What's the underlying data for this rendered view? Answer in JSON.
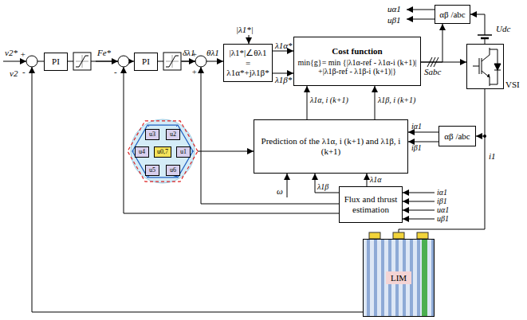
{
  "diagram": {
    "nodes": [
      {
        "text": [
          "PI"
        ]
      },
      {
        "text": [
          "PI"
        ]
      },
      {
        "text": [
          "|λ1*|∠θλ1 = λ1α*+jλ1β*"
        ]
      },
      {
        "text": [
          "Cost function",
          "min{g}= min {|λ1α-ref - λ1α-i (k+1)| +|λ1β-ref - λ1β-i (k+1)|}"
        ]
      },
      {
        "text": [
          "αβ /abc"
        ]
      },
      {
        "text": [
          "VSI"
        ]
      },
      {
        "text": [
          "Prediction of the λ1α, i (k+1) and λ1β, i (k+1)"
        ]
      },
      {
        "text": [
          "αβ /abc"
        ]
      },
      {
        "text": [
          "u3"
        ]
      },
      {
        "text": [
          "u2"
        ]
      },
      {
        "text": [
          "u4"
        ]
      },
      {
        "text": [
          "u0,7"
        ]
      },
      {
        "text": [
          "u1"
        ]
      },
      {
        "text": [
          "u5"
        ]
      },
      {
        "text": [
          "u6"
        ]
      },
      {
        "text": [
          "Flux and thrust estimation"
        ]
      },
      {
        "text": [
          "LIM"
        ]
      }
    ],
    "edges": [
      {
        "from": 0,
        "to": 1,
        "arrow": "to"
      },
      {
        "from": 1,
        "to": 2,
        "arrow": "to"
      },
      {
        "from": 2,
        "to": 3,
        "arrow": "to"
      },
      {
        "from": 3,
        "to": 5,
        "arrow": "to"
      },
      {
        "from": 3,
        "to": 4,
        "arrow": "to"
      },
      {
        "from": 7,
        "to": 6,
        "arrow": "to"
      },
      {
        "from": 6,
        "to": 3,
        "arrow": "to"
      },
      {
        "from": 5,
        "to": 16,
        "arrow": "none"
      },
      {
        "from": 15,
        "to": 6,
        "arrow": "to"
      }
    ],
    "labels": [
      "v2*",
      "+",
      "-",
      "v2",
      "Fe*",
      "-",
      "δλ1",
      "+",
      "+",
      "θλ1",
      "|λ1*|",
      "λ1α*",
      "λ1β*",
      "Sabc",
      "uα1",
      "uβ1",
      "Udc",
      "i1",
      "iα1",
      "iβ1",
      "λ1α, i (k+1)",
      "λ1β, i (k+1)",
      "ω",
      "λ1β",
      "λ1α",
      "iα1",
      "iβ1",
      "uα1",
      "uβ1"
    ]
  }
}
